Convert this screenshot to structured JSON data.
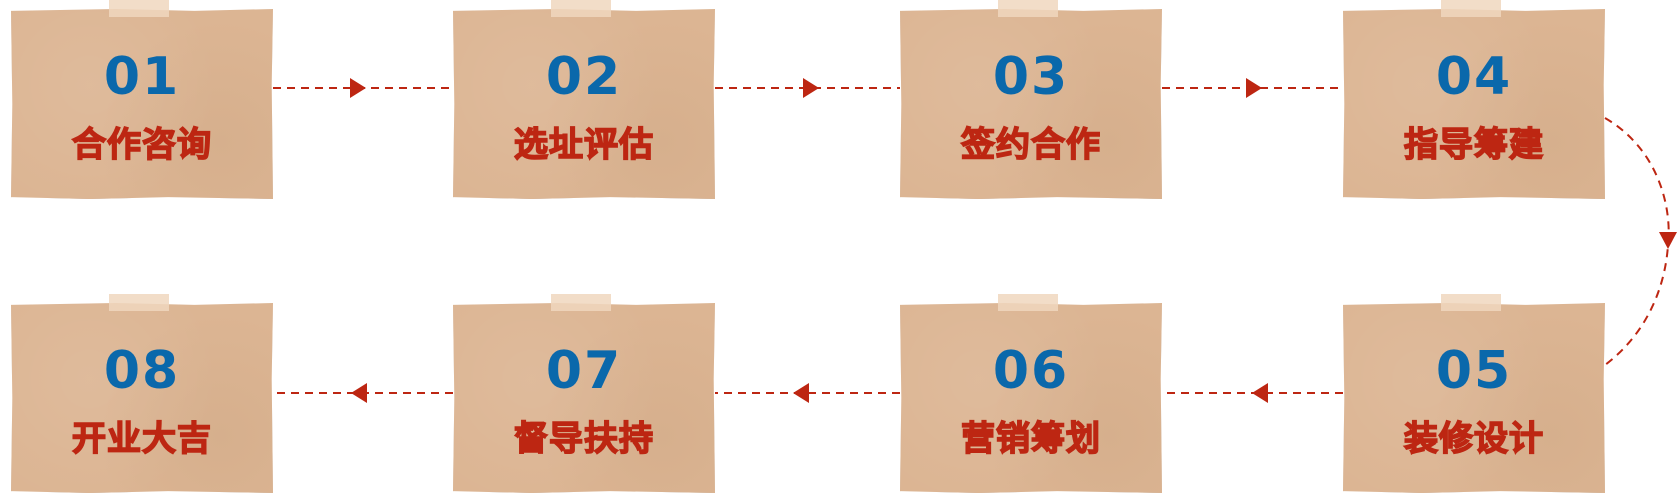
{
  "steps": [
    {
      "num": "01",
      "label": "合作咨询"
    },
    {
      "num": "02",
      "label": "选址评估"
    },
    {
      "num": "03",
      "label": "签约合作"
    },
    {
      "num": "04",
      "label": "指导筹建"
    },
    {
      "num": "05",
      "label": "装修设计"
    },
    {
      "num": "06",
      "label": "营销筹划"
    },
    {
      "num": "07",
      "label": "督导扶持"
    },
    {
      "num": "08",
      "label": "开业大吉"
    }
  ],
  "colors": {
    "number": "#0a68ab",
    "label": "#bd2612",
    "card": "#dcb593",
    "arrow": "#bd2612"
  }
}
